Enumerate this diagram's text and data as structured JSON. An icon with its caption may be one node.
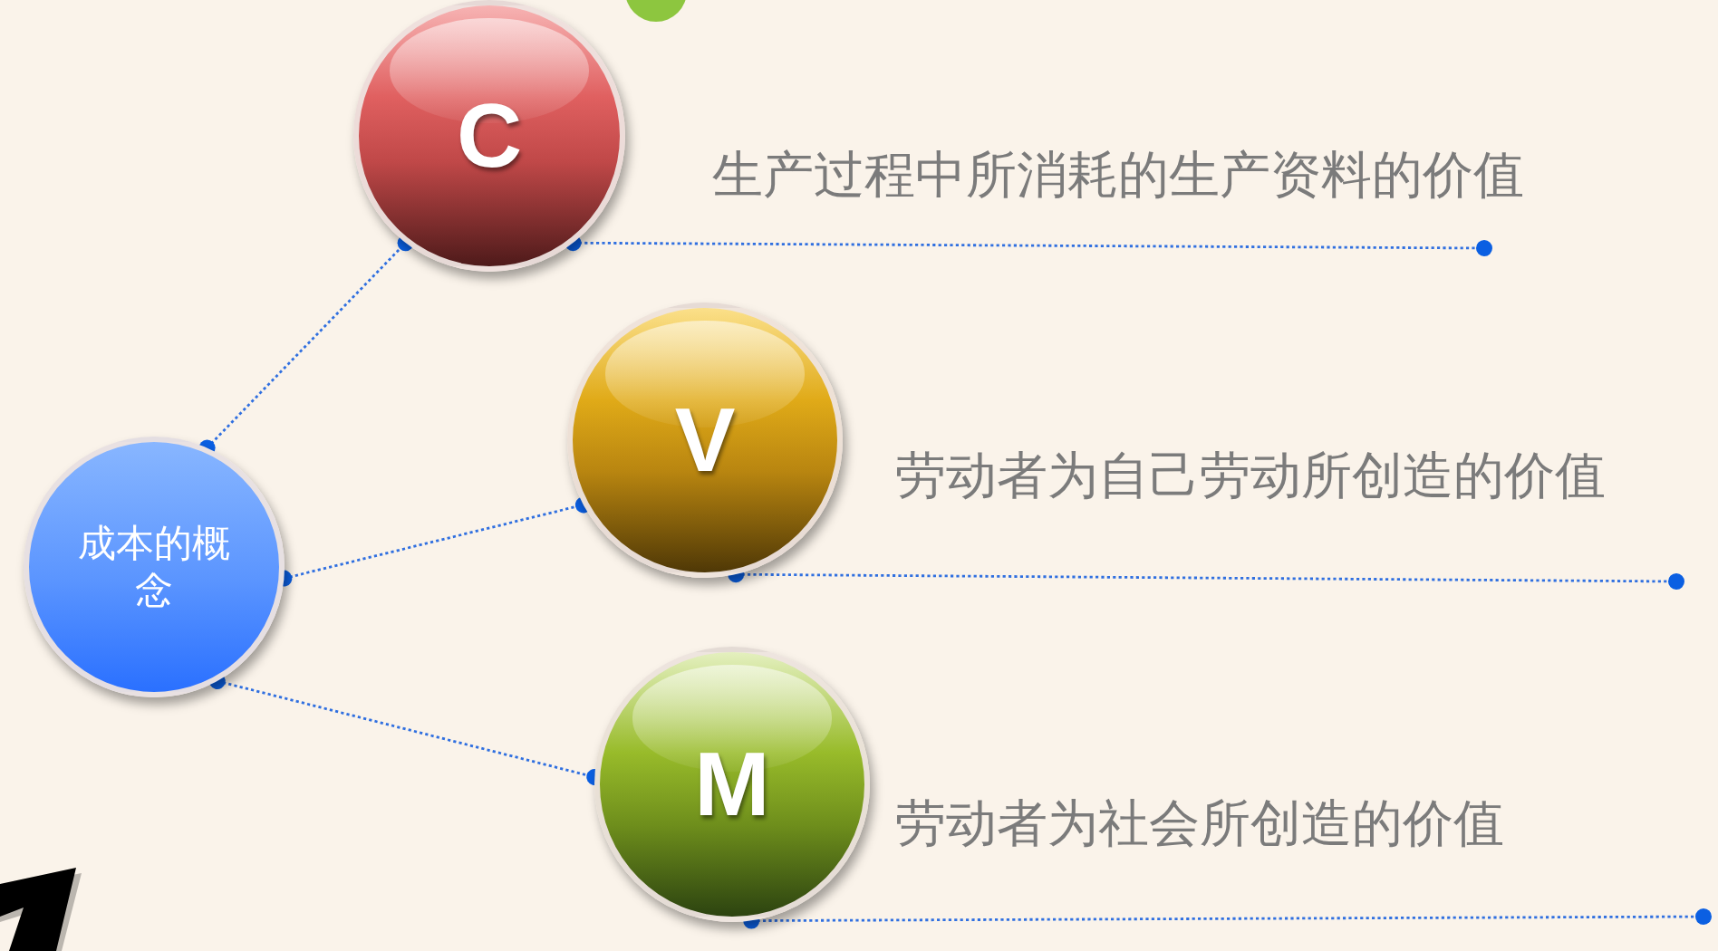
{
  "diagram": {
    "nodes": [
      {
        "text": [
          "成本的概念"
        ]
      },
      {
        "text": [
          "C"
        ],
        "beside": [
          "生产过程中所消耗的生产资料的价值"
        ]
      },
      {
        "text": [
          "V"
        ],
        "beside": [
          "劳动者为自己劳动所创造的价值"
        ]
      },
      {
        "text": [
          "M"
        ],
        "beside": [
          "劳动者为社会所创造的价值"
        ]
      }
    ],
    "edges": [
      {
        "from": 0,
        "to": 1,
        "arrow": "other"
      },
      {
        "from": 0,
        "to": 2,
        "arrow": "other"
      },
      {
        "from": 0,
        "to": 3,
        "arrow": "other"
      },
      {
        "from": 1,
        "to": null,
        "arrow": "other"
      },
      {
        "from": 2,
        "to": null,
        "arrow": "other"
      },
      {
        "from": 3,
        "to": null,
        "arrow": "other"
      }
    ]
  }
}
